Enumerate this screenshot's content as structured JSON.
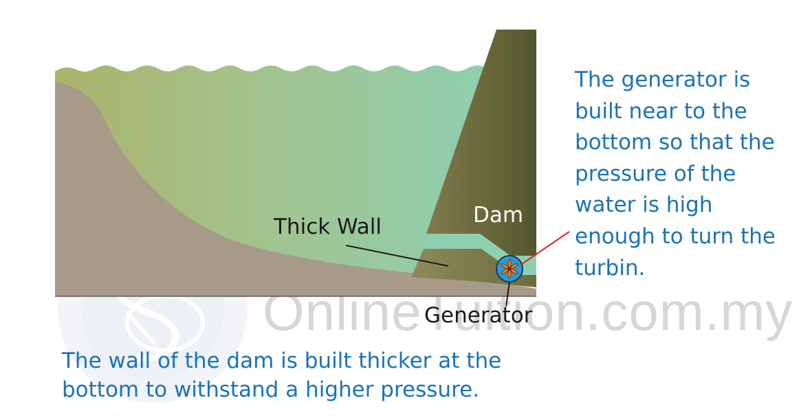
{
  "watermark": {
    "text": "OnlineTuition.com.my",
    "logo": "globe-watermark-logo"
  },
  "labels": {
    "dam": "Dam",
    "thick_wall": "Thick Wall",
    "generator": "Generator"
  },
  "notes": {
    "generator_position": "The generator is built near to the bottom so that the pressure of the water is high enough to turn the turbin.",
    "wall_thickness": "The wall of the dam is built thicker at the bottom to withstand a higher pressure."
  },
  "colors": {
    "note_text": "#1a72b8",
    "label_text": "#1a1a1a",
    "pointer_line": "#e02020",
    "water_left": "#a9b26a",
    "water_right": "#8ed0ae",
    "ground": "#a89a88",
    "dam_dark": "#54572e",
    "dam_light": "#7a7647",
    "generator_body": "#2a9ad6",
    "turbine": "#f07a20"
  },
  "icons": [
    "generator-turbine-icon",
    "globe-watermark-logo"
  ]
}
